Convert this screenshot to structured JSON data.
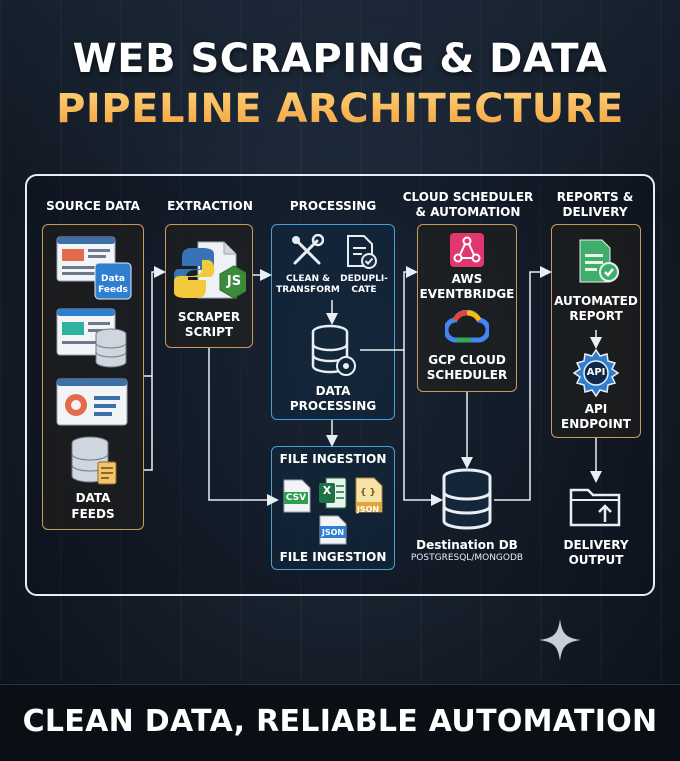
{
  "title": {
    "line1": "WEB SCRAPING & DATA",
    "line2": "PIPELINE ARCHITECTURE"
  },
  "columns": {
    "source": "SOURCE DATA",
    "extraction": "EXTRACTION",
    "processing": "PROCESSING",
    "scheduler_1": "CLOUD SCHEDULER",
    "scheduler_2": "& AUTOMATION",
    "reports_1": "REPORTS &",
    "reports_2": "DELIVERY"
  },
  "source": {
    "badge_1": "Data",
    "badge_2": "Feeds",
    "feeds_1": "DATA",
    "feeds_2": "FEEDS"
  },
  "extraction": {
    "script_1": "SCRAPER",
    "script_2": "SCRIPT",
    "js_badge": "JS"
  },
  "processing": {
    "clean_1": "CLEAN &",
    "clean_2": "TRANSFORM",
    "dedup_1": "DEDUPLI-",
    "dedup_2": "CATE",
    "data_1": "DATA",
    "data_2": "PROCESSING"
  },
  "file_ingestion": {
    "title": "FILE INGESTION",
    "footer": "FILE INGESTION",
    "csv": "CSV",
    "xls": "X",
    "json1": "JSON",
    "json2": "JSON",
    "json_braces": "{ }"
  },
  "scheduler": {
    "aws_1": "AWS",
    "aws_2": "EVENTBRIDGE",
    "gcp_1": "GCP CLOUD",
    "gcp_2": "SCHEDULER"
  },
  "destination": {
    "title": "Destination DB",
    "subtitle": "POSTGRESQL/MONGODB"
  },
  "reports": {
    "report_1": "AUTOMATED",
    "report_2": "REPORT",
    "api_badge": "API",
    "api_1": "API",
    "api_2": "ENDPOINT"
  },
  "delivery": {
    "line1": "DELIVERY",
    "line2": "OUTPUT"
  },
  "footer": "CLEAN DATA, RELIABLE AUTOMATION",
  "colors": {
    "accent_gold": "#f2a03c",
    "panel_gold": "#c99a5a",
    "panel_blue": "#4a9fd6",
    "aws_pink": "#e0376f"
  }
}
